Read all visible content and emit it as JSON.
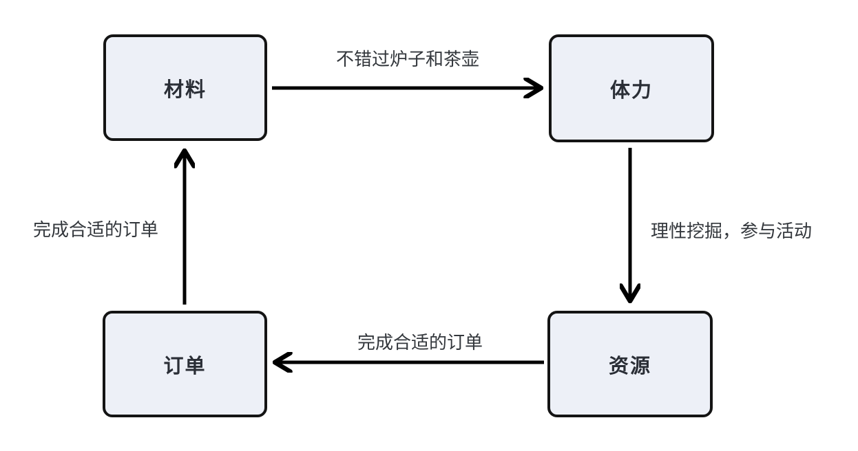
{
  "diagram": {
    "title": "resource-loop-diagram",
    "nodes": [
      {
        "id": "materials",
        "label": "材料"
      },
      {
        "id": "stamina",
        "label": "体力"
      },
      {
        "id": "resources",
        "label": "资源"
      },
      {
        "id": "orders",
        "label": "订单"
      }
    ],
    "edges": [
      {
        "from": "materials",
        "to": "stamina",
        "label": "不错过炉子和茶壶",
        "direction": "right"
      },
      {
        "from": "stamina",
        "to": "resources",
        "label": "理性挖掘，参与活动",
        "direction": "down"
      },
      {
        "from": "resources",
        "to": "orders",
        "label": "完成合适的订单",
        "direction": "left"
      },
      {
        "from": "orders",
        "to": "materials",
        "label": "完成合适的订单",
        "direction": "up"
      }
    ],
    "colors": {
      "background": "#ffffff",
      "node_fill": "#edf0f7",
      "node_border": "#141414",
      "arrow": "#000000",
      "node_text": "#2a2e36",
      "edge_text": "#33373c"
    }
  }
}
